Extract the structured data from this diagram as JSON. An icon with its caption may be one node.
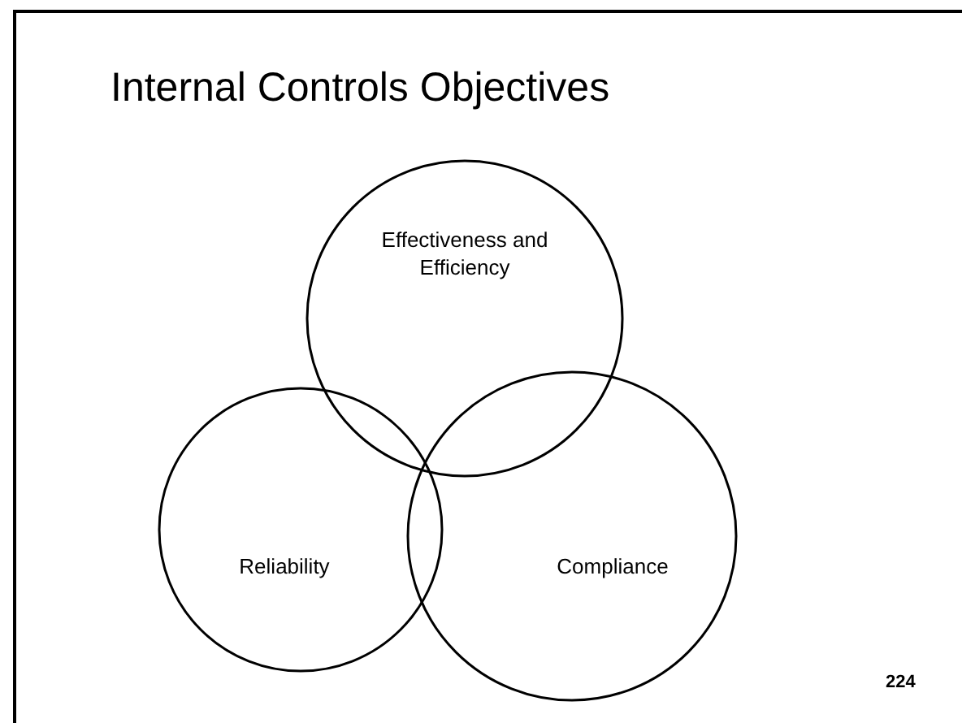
{
  "diagram": {
    "title": "Internal Controls Objectives",
    "nodes": [
      {
        "text": [
          "Effectiveness and Efficiency"
        ]
      },
      {
        "text": [
          "Reliability"
        ]
      },
      {
        "text": [
          "Compliance"
        ]
      }
    ],
    "labels": [
      "224"
    ]
  }
}
